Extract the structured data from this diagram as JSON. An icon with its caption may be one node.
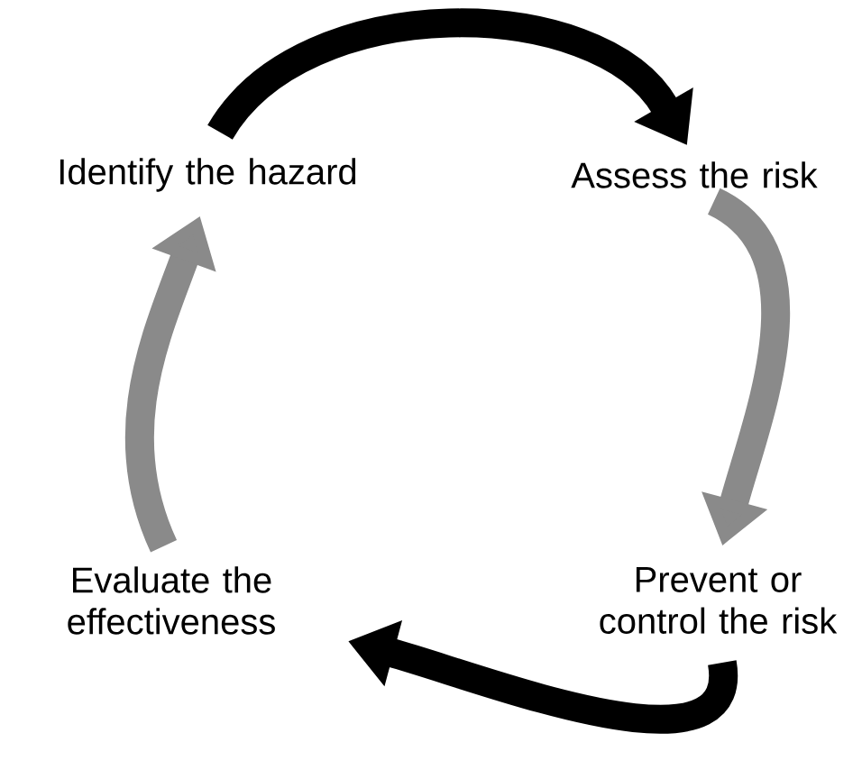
{
  "diagram": {
    "nodes": [
      {
        "text": [
          "Identify the hazard"
        ]
      },
      {
        "text": [
          "Assess the risk"
        ]
      },
      {
        "text": [
          "Prevent or control the risk"
        ]
      },
      {
        "text": [
          "Evaluate the effectiveness"
        ]
      }
    ],
    "edges": [
      {
        "from": 0,
        "to": 1,
        "arrow": "to"
      },
      {
        "from": 1,
        "to": 2,
        "arrow": "to",
        "color": "#8a8a8a"
      },
      {
        "from": 2,
        "to": 3,
        "arrow": "to"
      },
      {
        "from": 3,
        "to": 0,
        "arrow": "to",
        "color": "#8a8a8a"
      }
    ]
  }
}
